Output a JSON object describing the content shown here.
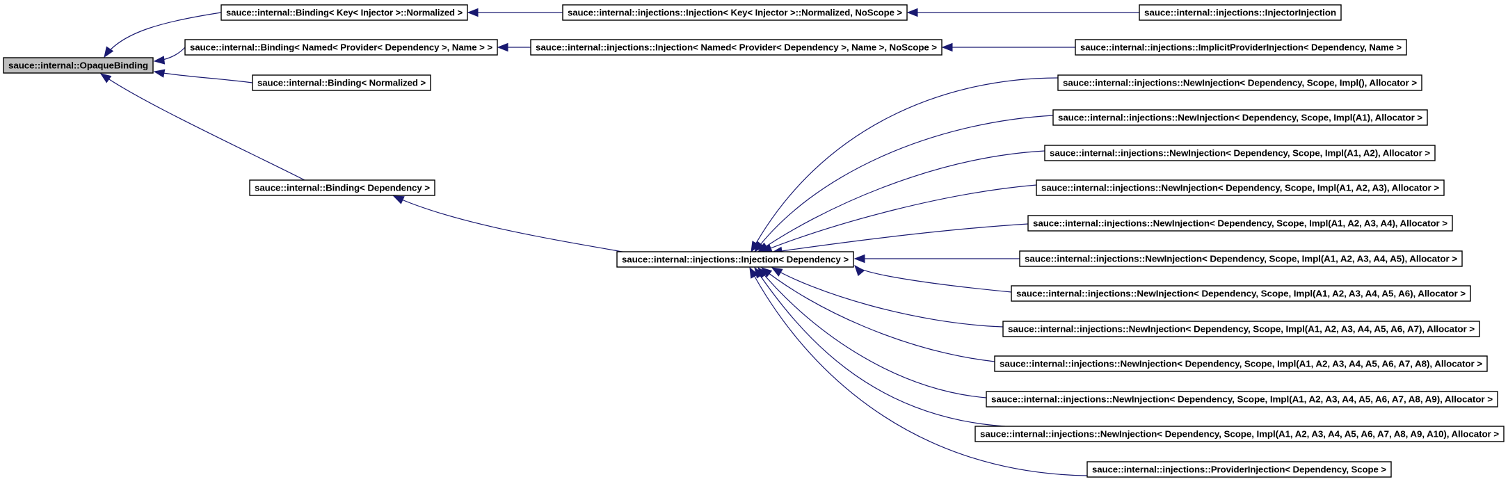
{
  "colors": {
    "edge": "#191970",
    "node_border": "#000000",
    "root_fill": "#bfbfbf",
    "node_fill": "#ffffff"
  },
  "nodes": [
    {
      "id": "n0",
      "label": "sauce::internal::OpaqueBinding"
    },
    {
      "id": "n1",
      "label": "sauce::internal::Binding< Key< Injector >::Normalized >"
    },
    {
      "id": "n2",
      "label": "sauce::internal::Binding< Named< Provider< Dependency >, Name > >"
    },
    {
      "id": "n3",
      "label": "sauce::internal::Binding< Normalized >"
    },
    {
      "id": "n4",
      "label": "sauce::internal::Binding< Dependency >"
    },
    {
      "id": "n5",
      "label": "sauce::internal::injections::Injection< Key< Injector >::Normalized, NoScope >"
    },
    {
      "id": "n6",
      "label": "sauce::internal::injections::Injection< Named< Provider< Dependency >, Name >, NoScope >"
    },
    {
      "id": "n7",
      "label": "sauce::internal::injections::Injection< Dependency >"
    },
    {
      "id": "n8",
      "label": "sauce::internal::injections::InjectorInjection"
    },
    {
      "id": "n9",
      "label": "sauce::internal::injections::ImplicitProviderInjection< Dependency, Name >"
    },
    {
      "id": "n10",
      "label": "sauce::internal::injections::NewInjection< Dependency, Scope, Impl(), Allocator >"
    },
    {
      "id": "n11",
      "label": "sauce::internal::injections::NewInjection< Dependency, Scope, Impl(A1), Allocator >"
    },
    {
      "id": "n12",
      "label": "sauce::internal::injections::NewInjection< Dependency, Scope, Impl(A1, A2), Allocator >"
    },
    {
      "id": "n13",
      "label": "sauce::internal::injections::NewInjection< Dependency, Scope, Impl(A1, A2, A3), Allocator >"
    },
    {
      "id": "n14",
      "label": "sauce::internal::injections::NewInjection< Dependency, Scope, Impl(A1, A2, A3, A4), Allocator >"
    },
    {
      "id": "n15",
      "label": "sauce::internal::injections::NewInjection< Dependency, Scope, Impl(A1, A2, A3, A4, A5), Allocator >"
    },
    {
      "id": "n16",
      "label": "sauce::internal::injections::NewInjection< Dependency, Scope, Impl(A1, A2, A3, A4, A5, A6), Allocator >"
    },
    {
      "id": "n17",
      "label": "sauce::internal::injections::NewInjection< Dependency, Scope, Impl(A1, A2, A3, A4, A5, A6, A7), Allocator >"
    },
    {
      "id": "n18",
      "label": "sauce::internal::injections::NewInjection< Dependency, Scope, Impl(A1, A2, A3, A4, A5, A6, A7, A8), Allocator >"
    },
    {
      "id": "n19",
      "label": "sauce::internal::injections::NewInjection< Dependency, Scope, Impl(A1, A2, A3, A4, A5, A6, A7, A8, A9), Allocator >"
    },
    {
      "id": "n20",
      "label": "sauce::internal::injections::NewInjection< Dependency, Scope, Impl(A1, A2, A3, A4, A5, A6, A7, A8, A9, A10), Allocator >"
    },
    {
      "id": "n21",
      "label": "sauce::internal::injections::ProviderInjection< Dependency, Scope >"
    }
  ],
  "edges": [
    {
      "from": "n1",
      "to": "n0"
    },
    {
      "from": "n2",
      "to": "n0"
    },
    {
      "from": "n3",
      "to": "n0"
    },
    {
      "from": "n4",
      "to": "n0"
    },
    {
      "from": "n5",
      "to": "n1"
    },
    {
      "from": "n6",
      "to": "n2"
    },
    {
      "from": "n7",
      "to": "n4"
    },
    {
      "from": "n8",
      "to": "n5"
    },
    {
      "from": "n9",
      "to": "n6"
    },
    {
      "from": "n10",
      "to": "n7"
    },
    {
      "from": "n11",
      "to": "n7"
    },
    {
      "from": "n12",
      "to": "n7"
    },
    {
      "from": "n13",
      "to": "n7"
    },
    {
      "from": "n14",
      "to": "n7"
    },
    {
      "from": "n15",
      "to": "n7"
    },
    {
      "from": "n16",
      "to": "n7"
    },
    {
      "from": "n17",
      "to": "n7"
    },
    {
      "from": "n18",
      "to": "n7"
    },
    {
      "from": "n19",
      "to": "n7"
    },
    {
      "from": "n20",
      "to": "n7"
    },
    {
      "from": "n21",
      "to": "n7"
    }
  ]
}
